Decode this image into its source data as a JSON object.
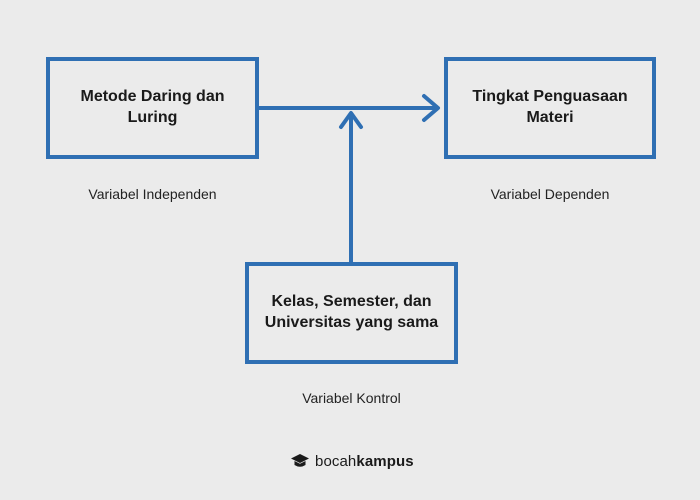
{
  "diagram": {
    "nodes": {
      "independent": {
        "label": "Metode Daring dan Luring",
        "caption": "Variabel Independen"
      },
      "dependent": {
        "label": "Tingkat Penguasaan Materi",
        "caption": "Variabel Dependen"
      },
      "control": {
        "label": "Kelas, Semester, dan Universitas yang sama",
        "caption": "Variabel Kontrol"
      }
    },
    "edges": [
      {
        "from": "independent",
        "to": "dependent"
      },
      {
        "from": "control",
        "to": "independent-dependent-edge"
      }
    ],
    "colors": {
      "accent": "#2f6fb3",
      "background": "#ebebeb",
      "text": "#1a1a1a"
    }
  },
  "brand": {
    "prefix": "bocah",
    "suffix": "kampus",
    "icon": "graduation-cap-icon"
  }
}
